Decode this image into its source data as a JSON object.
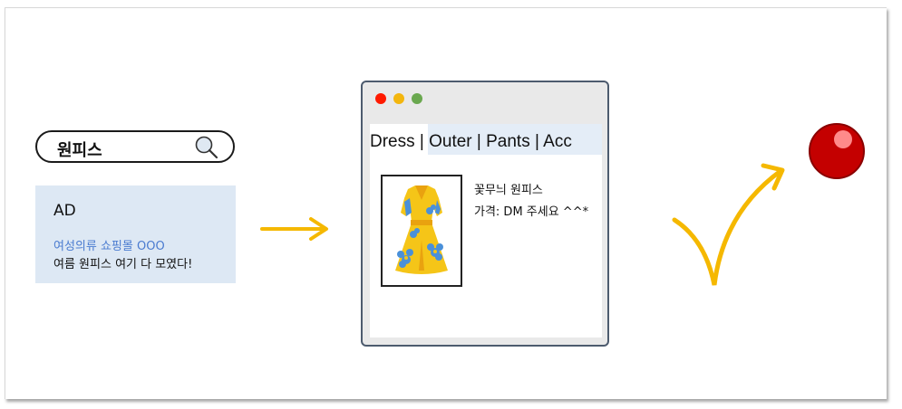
{
  "search": {
    "query": "원피스",
    "icon": "magnifier-icon"
  },
  "ad": {
    "label": "AD",
    "title": "여성의류 쇼핑몰 OOO",
    "description": "여름 원피스 여기 다 모였다!"
  },
  "browser": {
    "nav": "Dress | Outer | Pants | Acc",
    "nav_items": [
      "Dress",
      "Outer",
      "Pants",
      "Acc"
    ],
    "product": {
      "name": "꽃무늬 원피스",
      "price": "가격: DM 주세요 ^^*"
    }
  },
  "colors": {
    "arrow": "#f5b800",
    "ad_background": "#dde8f4",
    "ad_title": "#4a7bd0",
    "ball": "#cc0000"
  }
}
